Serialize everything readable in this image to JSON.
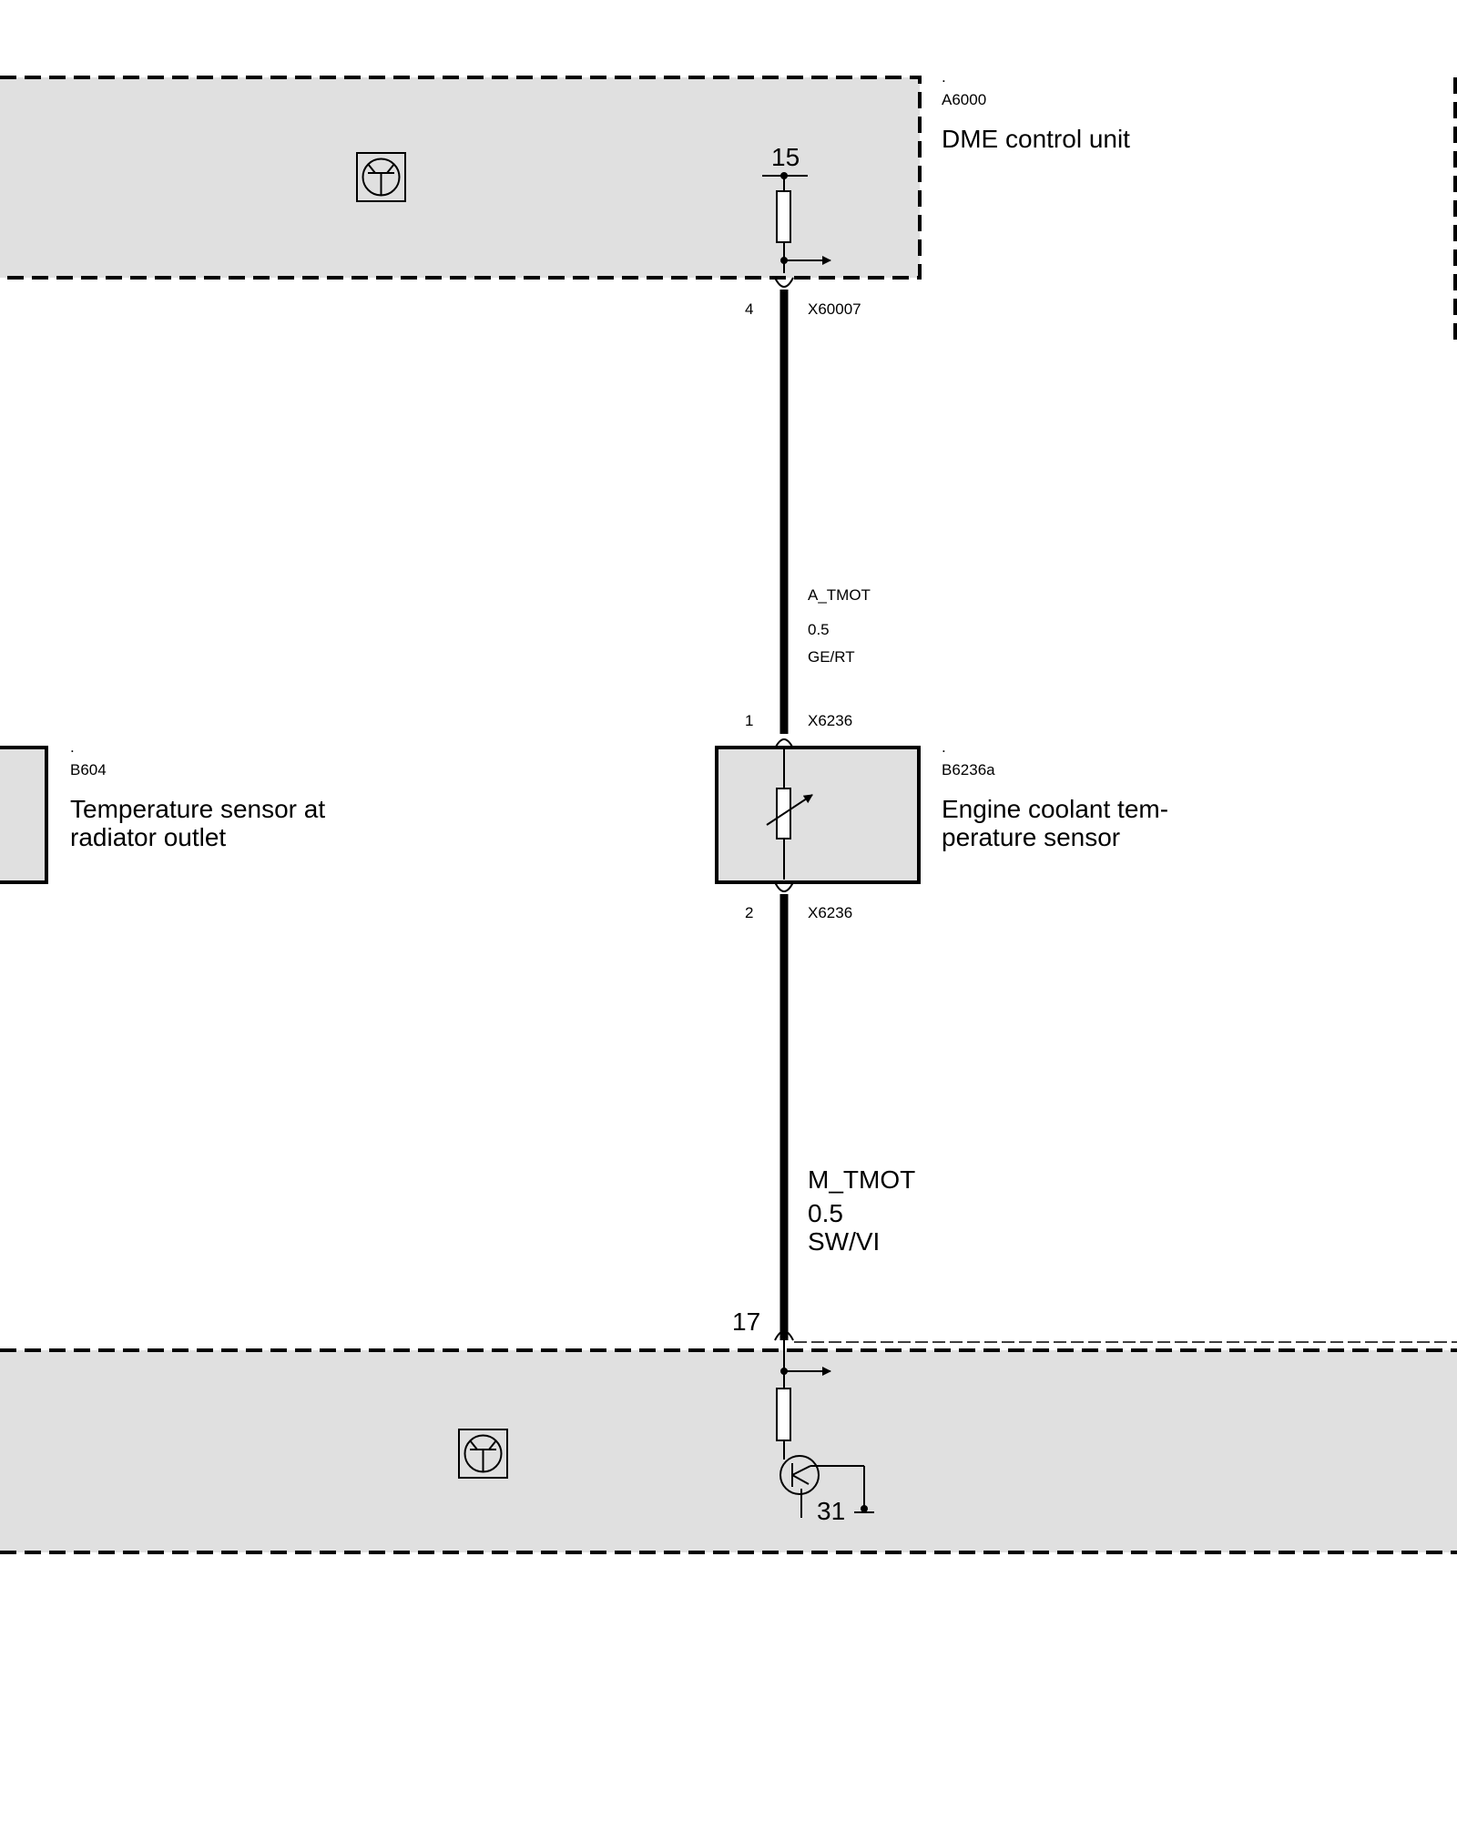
{
  "components": {
    "dme_top": {
      "dot": ".",
      "id": "A6000",
      "name": "DME control unit",
      "pin": "15"
    },
    "b604": {
      "dot": ".",
      "id": "B604",
      "name_line1": "Temperature sensor at",
      "name_line2": "radiator outlet"
    },
    "b6236a": {
      "dot": ".",
      "id": "B6236a",
      "name_line1": "Engine coolant tem-",
      "name_line2": "perature sensor"
    },
    "dme_bottom": {
      "pin_top": "17",
      "pin_ground": "31"
    }
  },
  "connectors": {
    "top": {
      "pin": "4",
      "name": "X60007"
    },
    "sensor_in": {
      "pin": "1",
      "name": "X6236"
    },
    "sensor_out": {
      "pin": "2",
      "name": "X6236"
    }
  },
  "wires": {
    "upper": {
      "signal": "A_TMOT",
      "gauge": "0.5",
      "color": "GE/RT"
    },
    "lower": {
      "signal": "M_TMOT",
      "gauge": "0.5",
      "color": "SW/VI"
    }
  },
  "colors": {
    "box_fill": "#e0e0e0",
    "line": "#000000"
  }
}
